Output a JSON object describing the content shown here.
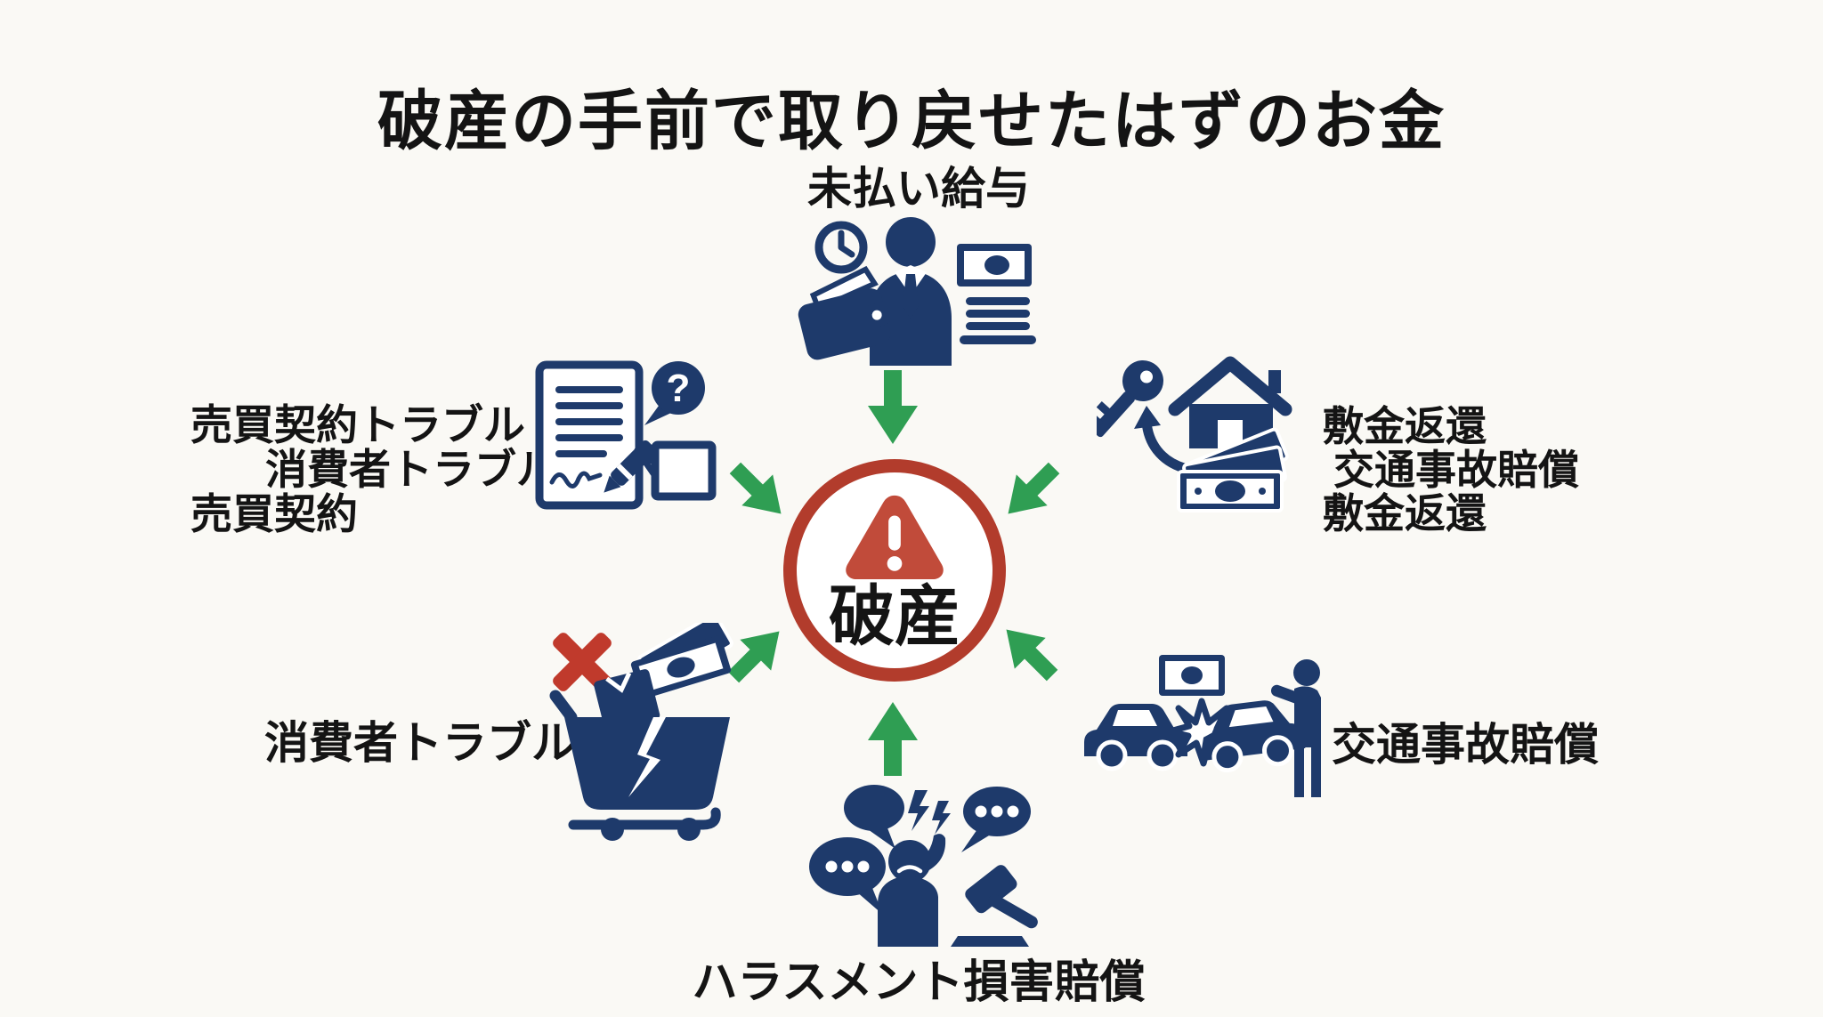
{
  "title": "破産の手前で取り戻せたはずのお金",
  "center": {
    "label": "破産"
  },
  "spokes": {
    "top": {
      "label": "未払い給与"
    },
    "upper_right": {
      "line1": "敷金返還",
      "line2": "交通事故賠償",
      "line3": "敷金返還"
    },
    "lower_right": {
      "label": "交通事故賠償"
    },
    "bottom": {
      "label": "ハラスメント損害賠償"
    },
    "lower_left": {
      "label": "消費者トラブル"
    },
    "upper_left": {
      "line1": "売買契約トラブル",
      "line2": "消費者トラブル",
      "line3": "売買契約"
    }
  },
  "icons": {
    "center": "warning-triangle-icon",
    "top": "clock-worker-wallet-money-icon",
    "upper_right": "key-house-banknotes-icon",
    "lower_right": "car-crash-person-icon",
    "bottom": "speech-bubbles-stressed-person-gavel-icon",
    "lower_left": "broken-cart-red-x-icon",
    "upper_left": "contract-pen-question-icon",
    "arrows": "green-block-arrow-icon"
  },
  "colors": {
    "bg": "#faf9f5",
    "navy": "#1e3a6b",
    "green": "#2f9e53",
    "ring-red": "#b23c2c",
    "triangle-red": "#c14b3a",
    "x-red": "#c03a2c",
    "text": "#141414"
  }
}
